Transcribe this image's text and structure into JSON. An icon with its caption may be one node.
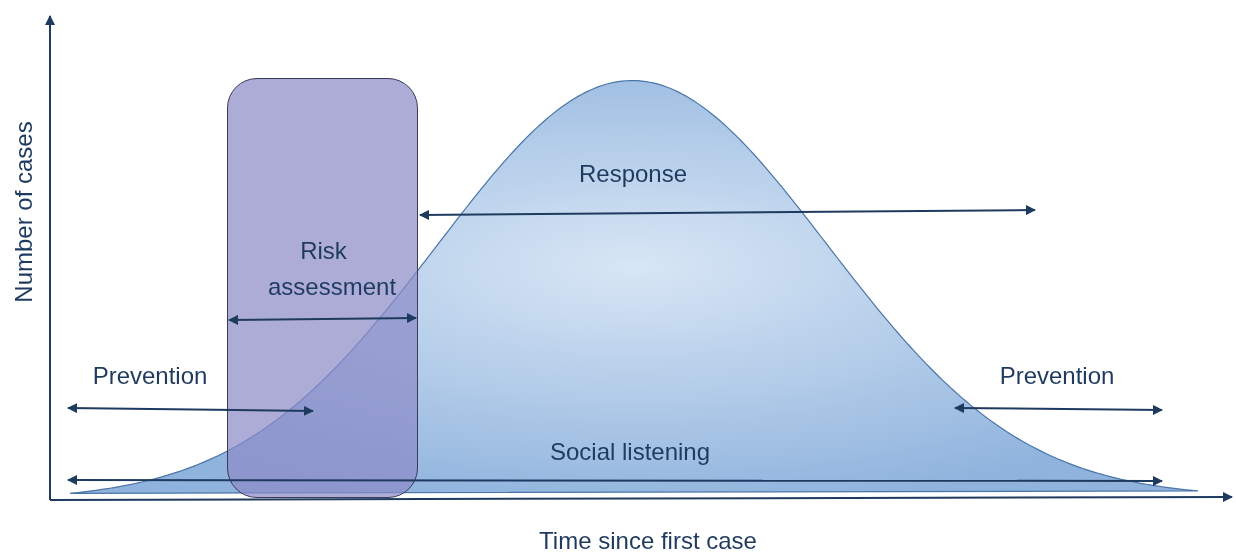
{
  "diagram": {
    "nodes": [
      {
        "text": [
          "Risk assessment"
        ]
      }
    ],
    "labels": [
      "Number of cases",
      "Response",
      "Prevention",
      "Prevention",
      "Social listening",
      "Time since first case"
    ]
  }
}
